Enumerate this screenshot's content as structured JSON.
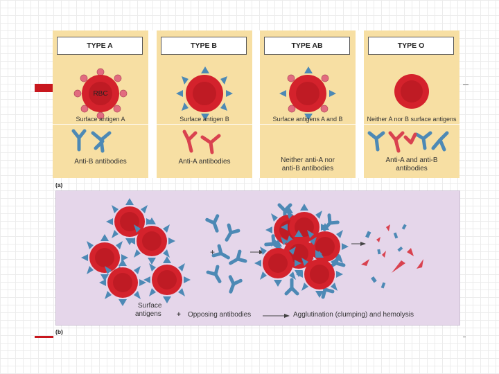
{
  "panel_a": {
    "tag": "(a)",
    "columns": [
      {
        "title": "TYPE A",
        "cell_label": "RBC",
        "surface_label": "Surface antigen A",
        "antibody_label": "Anti-B antibodies",
        "antigen_color": "#e26b7f",
        "antibody_color": "#4d89b5"
      },
      {
        "title": "TYPE B",
        "surface_label": "Surface antigen B",
        "antibody_label": "Anti-A antibodies",
        "antigen_color": "#4d89b5",
        "antibody_color": "#d9424f"
      },
      {
        "title": "TYPE AB",
        "surface_label": "Surface antigens A and B",
        "antibody_label_line1": "Neither anti-A nor",
        "antibody_label_line2": "anti-B antibodies"
      },
      {
        "title": "TYPE O",
        "surface_label": "Neither A nor B surface antigens",
        "antibody_label_line1": "Anti-A and anti-B",
        "antibody_label_line2": "antibodies"
      }
    ]
  },
  "panel_b": {
    "tag": "(b)",
    "surface_line1": "Surface",
    "surface_line2": "antigens",
    "plus": "+",
    "plus2": "+",
    "opposing": "Opposing antibodies",
    "agglutination": "Agglutination (clumping) and hemolysis"
  },
  "colors": {
    "rbc": "#d4222c",
    "rbc_dark": "#a5141c",
    "antigen_a": "#e26b7f",
    "antigen_b": "#4d89b5",
    "panel_a_bg": "#f7dfa3",
    "panel_b_bg": "#e5d6ea",
    "accent": "#c8171e"
  }
}
